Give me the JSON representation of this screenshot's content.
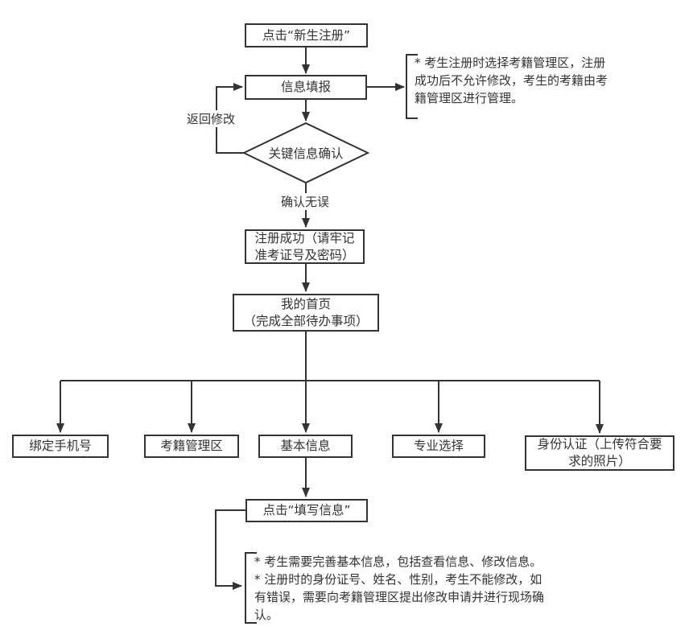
{
  "colors": {
    "line": "#333333",
    "text": "#333333",
    "background": "#ffffff"
  },
  "flow": {
    "nodes": {
      "register": "点击“新生注册”",
      "fill": "信息填报",
      "decision": "关键信息确认",
      "success": "注册成功（请牢记\n准考证号及密码）",
      "home": "我的首页\n（完成全部待办事项）",
      "click_fill": "点击“填写信息”"
    },
    "edge_labels": {
      "back": "返回修改",
      "ok": "确认无误"
    },
    "branches": [
      {
        "label": "绑定手机号"
      },
      {
        "label": "考籍管理区"
      },
      {
        "label": "基本信息"
      },
      {
        "label": "专业选择"
      },
      {
        "label": "身份认证（上传符合要\n求的照片）"
      }
    ],
    "notes": {
      "registration": "* 考生注册时选择考籍管理区，注册\n成功后不允许修改，考生的考籍由考\n籍管理区进行管理。",
      "basic_info": "* 考生需要完善基本信息，包括查看信息、修改信息。\n* 注册时的身份证号、姓名、性别，考生不能修改，如\n有错误，需要向考籍管理区提出修改申请并进行现场确\n认。"
    }
  }
}
